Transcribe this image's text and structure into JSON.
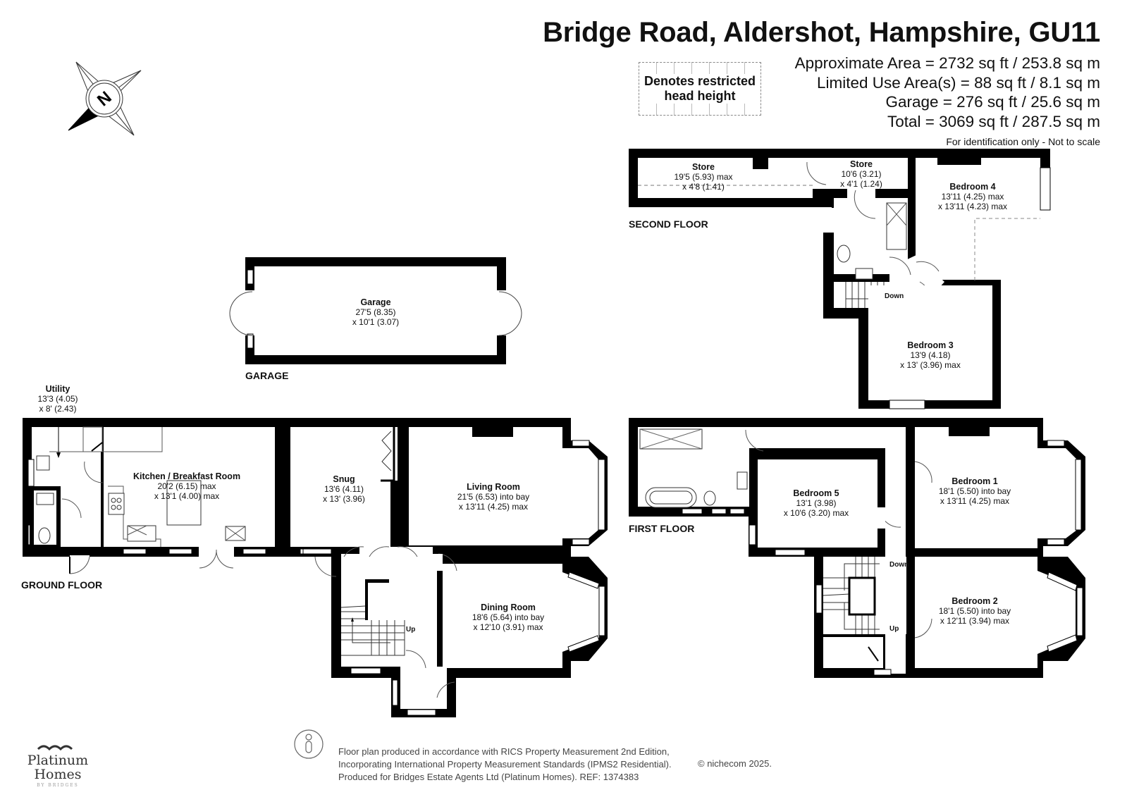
{
  "header": {
    "title": "Bridge Road, Aldershot, Hampshire, GU11",
    "areas": [
      "Approximate Area = 2732 sq ft / 253.8 sq m",
      "Limited Use Area(s) = 88 sq ft / 8.1 sq m",
      "Garage = 276 sq ft / 25.6 sq m",
      "Total = 3069 sq ft / 287.5 sq m"
    ],
    "note": "For identification only - Not to scale"
  },
  "legend": {
    "line1": "Denotes restricted",
    "line2": "head height"
  },
  "compass": {
    "icon": "compass-north-icon",
    "letter": "N"
  },
  "floors": {
    "second": {
      "label": "SECOND FLOOR",
      "rooms": [
        {
          "name": "Store",
          "dim1": "19'5 (5.93) max",
          "dim2": "x 4'8 (1.41)"
        },
        {
          "name": "Store",
          "dim1": "10'6 (3.21)",
          "dim2": "x 4'1 (1.24)"
        },
        {
          "name": "Bedroom 4",
          "dim1": "13'11 (4.25) max",
          "dim2": "x 13'11 (4.23) max"
        },
        {
          "name": "Bedroom 3",
          "dim1": "13'9 (4.18)",
          "dim2": "x 13' (3.96) max"
        }
      ],
      "stairs": [
        "Down"
      ]
    },
    "garage": {
      "label": "GARAGE",
      "rooms": [
        {
          "name": "Garage",
          "dim1": "27'5 (8.35)",
          "dim2": "x 10'1 (3.07)"
        }
      ]
    },
    "ground": {
      "label": "GROUND FLOOR",
      "rooms": [
        {
          "name": "Utility",
          "dim1": "13'3 (4.05)",
          "dim2": "x 8' (2.43)"
        },
        {
          "name": "Kitchen / Breakfast Room",
          "dim1": "20'2 (6.15) max",
          "dim2": "x 13'1 (4.00) max"
        },
        {
          "name": "Snug",
          "dim1": "13'6 (4.11)",
          "dim2": "x 13' (3.96)"
        },
        {
          "name": "Living Room",
          "dim1": "21'5 (6.53) into bay",
          "dim2": "x 13'11 (4.25) max"
        },
        {
          "name": "Dining Room",
          "dim1": "18'6 (5.64) into bay",
          "dim2": "x 12'10 (3.91) max"
        }
      ],
      "stairs": [
        "Up"
      ]
    },
    "first": {
      "label": "FIRST FLOOR",
      "rooms": [
        {
          "name": "Bedroom 5",
          "dim1": "13'1 (3.98)",
          "dim2": "x 10'6 (3.20) max"
        },
        {
          "name": "Bedroom 1",
          "dim1": "18'1 (5.50) into bay",
          "dim2": "x 13'11 (4.25) max"
        },
        {
          "name": "Bedroom 2",
          "dim1": "18'1 (5.50) into bay",
          "dim2": "x 12'11 (3.94) max"
        }
      ],
      "stairs": [
        "Down",
        "Up"
      ]
    }
  },
  "footer": {
    "lines": [
      "Floor plan produced in accordance with RICS Property Measurement 2nd Edition,",
      "Incorporating International Property Measurement Standards (IPMS2 Residential).",
      "Produced for Bridges Estate Agents Ltd (Platinum Homes).   REF: 1374383"
    ],
    "copyright": "© nichecom 2025.",
    "icon": "person-figure-icon"
  },
  "logo": {
    "line1": "Platinum",
    "line2": "Homes",
    "line3": "BY BRIDGES"
  },
  "colors": {
    "wall": "#000000",
    "background": "#ffffff",
    "text": "#111111",
    "fixture_line": "#555555"
  }
}
